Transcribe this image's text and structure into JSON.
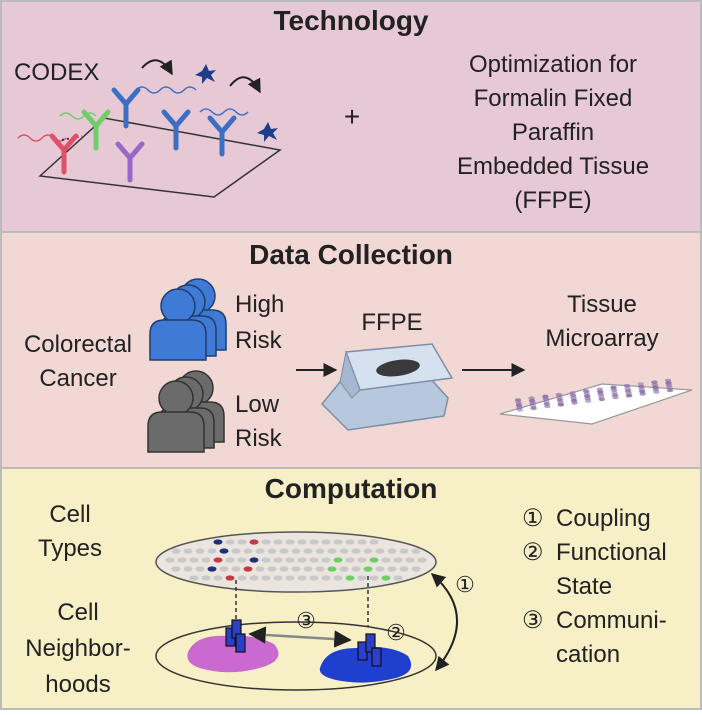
{
  "colors": {
    "technology_bg": "#e7c9d6",
    "data_collection_bg": "#f1d8d4",
    "computation_bg": "#f7efc6",
    "border": "#bbbbbb",
    "high_risk": "#3f7ad6",
    "low_risk": "#6b6b6b",
    "antibody_blue": "#3c6fc4",
    "antibody_red": "#e0506a",
    "antibody_green": "#6ecf6a",
    "antibody_purple": "#9a67c9",
    "star_navy": "#1f3e8a",
    "neighborhood_magenta": "#c45ad0",
    "neighborhood_blue": "#1f3fcf"
  },
  "technology": {
    "title": "Technology",
    "codex_label": "CODEX",
    "plus": "+",
    "ffpe_text": [
      "Optimization for",
      "Formalin Fixed",
      "Paraffin",
      "Embedded Tissue",
      "(FFPE)"
    ]
  },
  "data_collection": {
    "title": "Data Collection",
    "colorectal": [
      "Colorectal",
      "Cancer"
    ],
    "high_risk": [
      "High",
      "Risk"
    ],
    "low_risk": [
      "Low",
      "Risk"
    ],
    "ffpe": "FFPE",
    "microarray": [
      "Tissue",
      "Microarray"
    ]
  },
  "computation": {
    "title": "Computation",
    "cell_types": [
      "Cell",
      "Types"
    ],
    "cell_neighborhoods": [
      "Cell",
      "Neighbor-",
      "hoods"
    ],
    "marker_1": "①",
    "marker_2": "②",
    "marker_3": "③",
    "legend": [
      {
        "num": "①",
        "text": "Coupling"
      },
      {
        "num": "②",
        "text": "Functional"
      },
      {
        "num": "",
        "text": "State"
      },
      {
        "num": "③",
        "text": "Communi-"
      },
      {
        "num": "",
        "text": "cation"
      }
    ]
  }
}
